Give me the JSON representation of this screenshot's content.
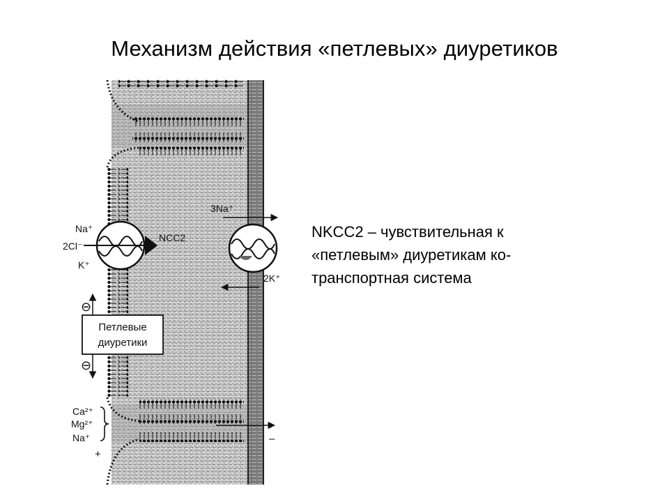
{
  "slide": {
    "title": "Механизм действия «петлевых» диуретиков",
    "description_lines": [
      "NKCC2 – чувствительная к",
      "«петлевым» диуретикам ко-",
      "транспортная система"
    ]
  },
  "diagram": {
    "labels": {
      "na_apical": "Na⁺",
      "cl_apical": "2Cl⁻",
      "k_apical": "K⁺",
      "nkcc2": "NCC2",
      "na_basolateral": "3Na⁺",
      "k_basolateral": "2K⁺",
      "drug_box_line1": "Петлевые",
      "drug_box_line2": "диуретики",
      "inhibit_top": "⊖",
      "inhibit_bottom": "⊖",
      "ca": "Ca²⁺",
      "mg": "Mg²⁺",
      "na_para": "Na⁺",
      "plus": "+",
      "minus": "–"
    },
    "colors": {
      "cell": "#bdbdbd",
      "interstitium": "#7a7a7a",
      "membrane": "#222222"
    }
  }
}
